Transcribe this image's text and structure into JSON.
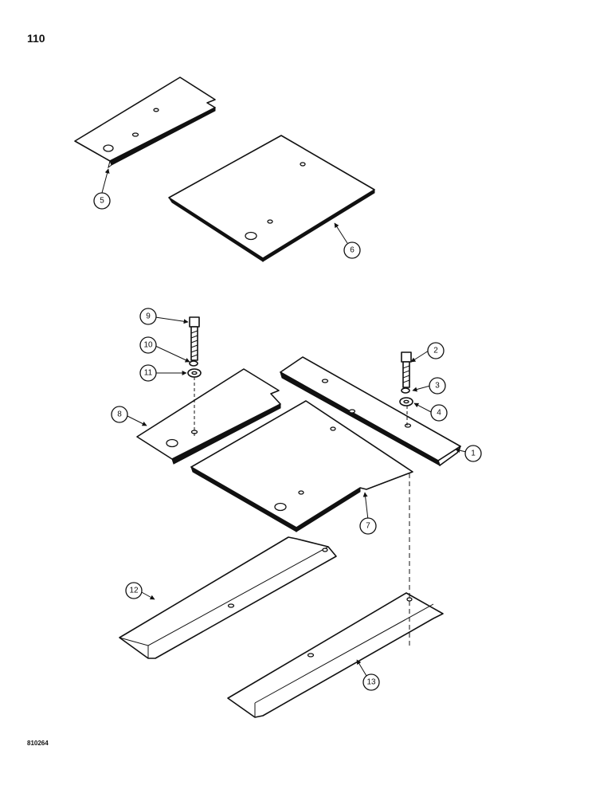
{
  "page_number": "110",
  "drawing_code": "810264",
  "callouts": [
    "1",
    "2",
    "3",
    "4",
    "5",
    "6",
    "7",
    "8",
    "9",
    "10",
    "11",
    "12",
    "13"
  ]
}
